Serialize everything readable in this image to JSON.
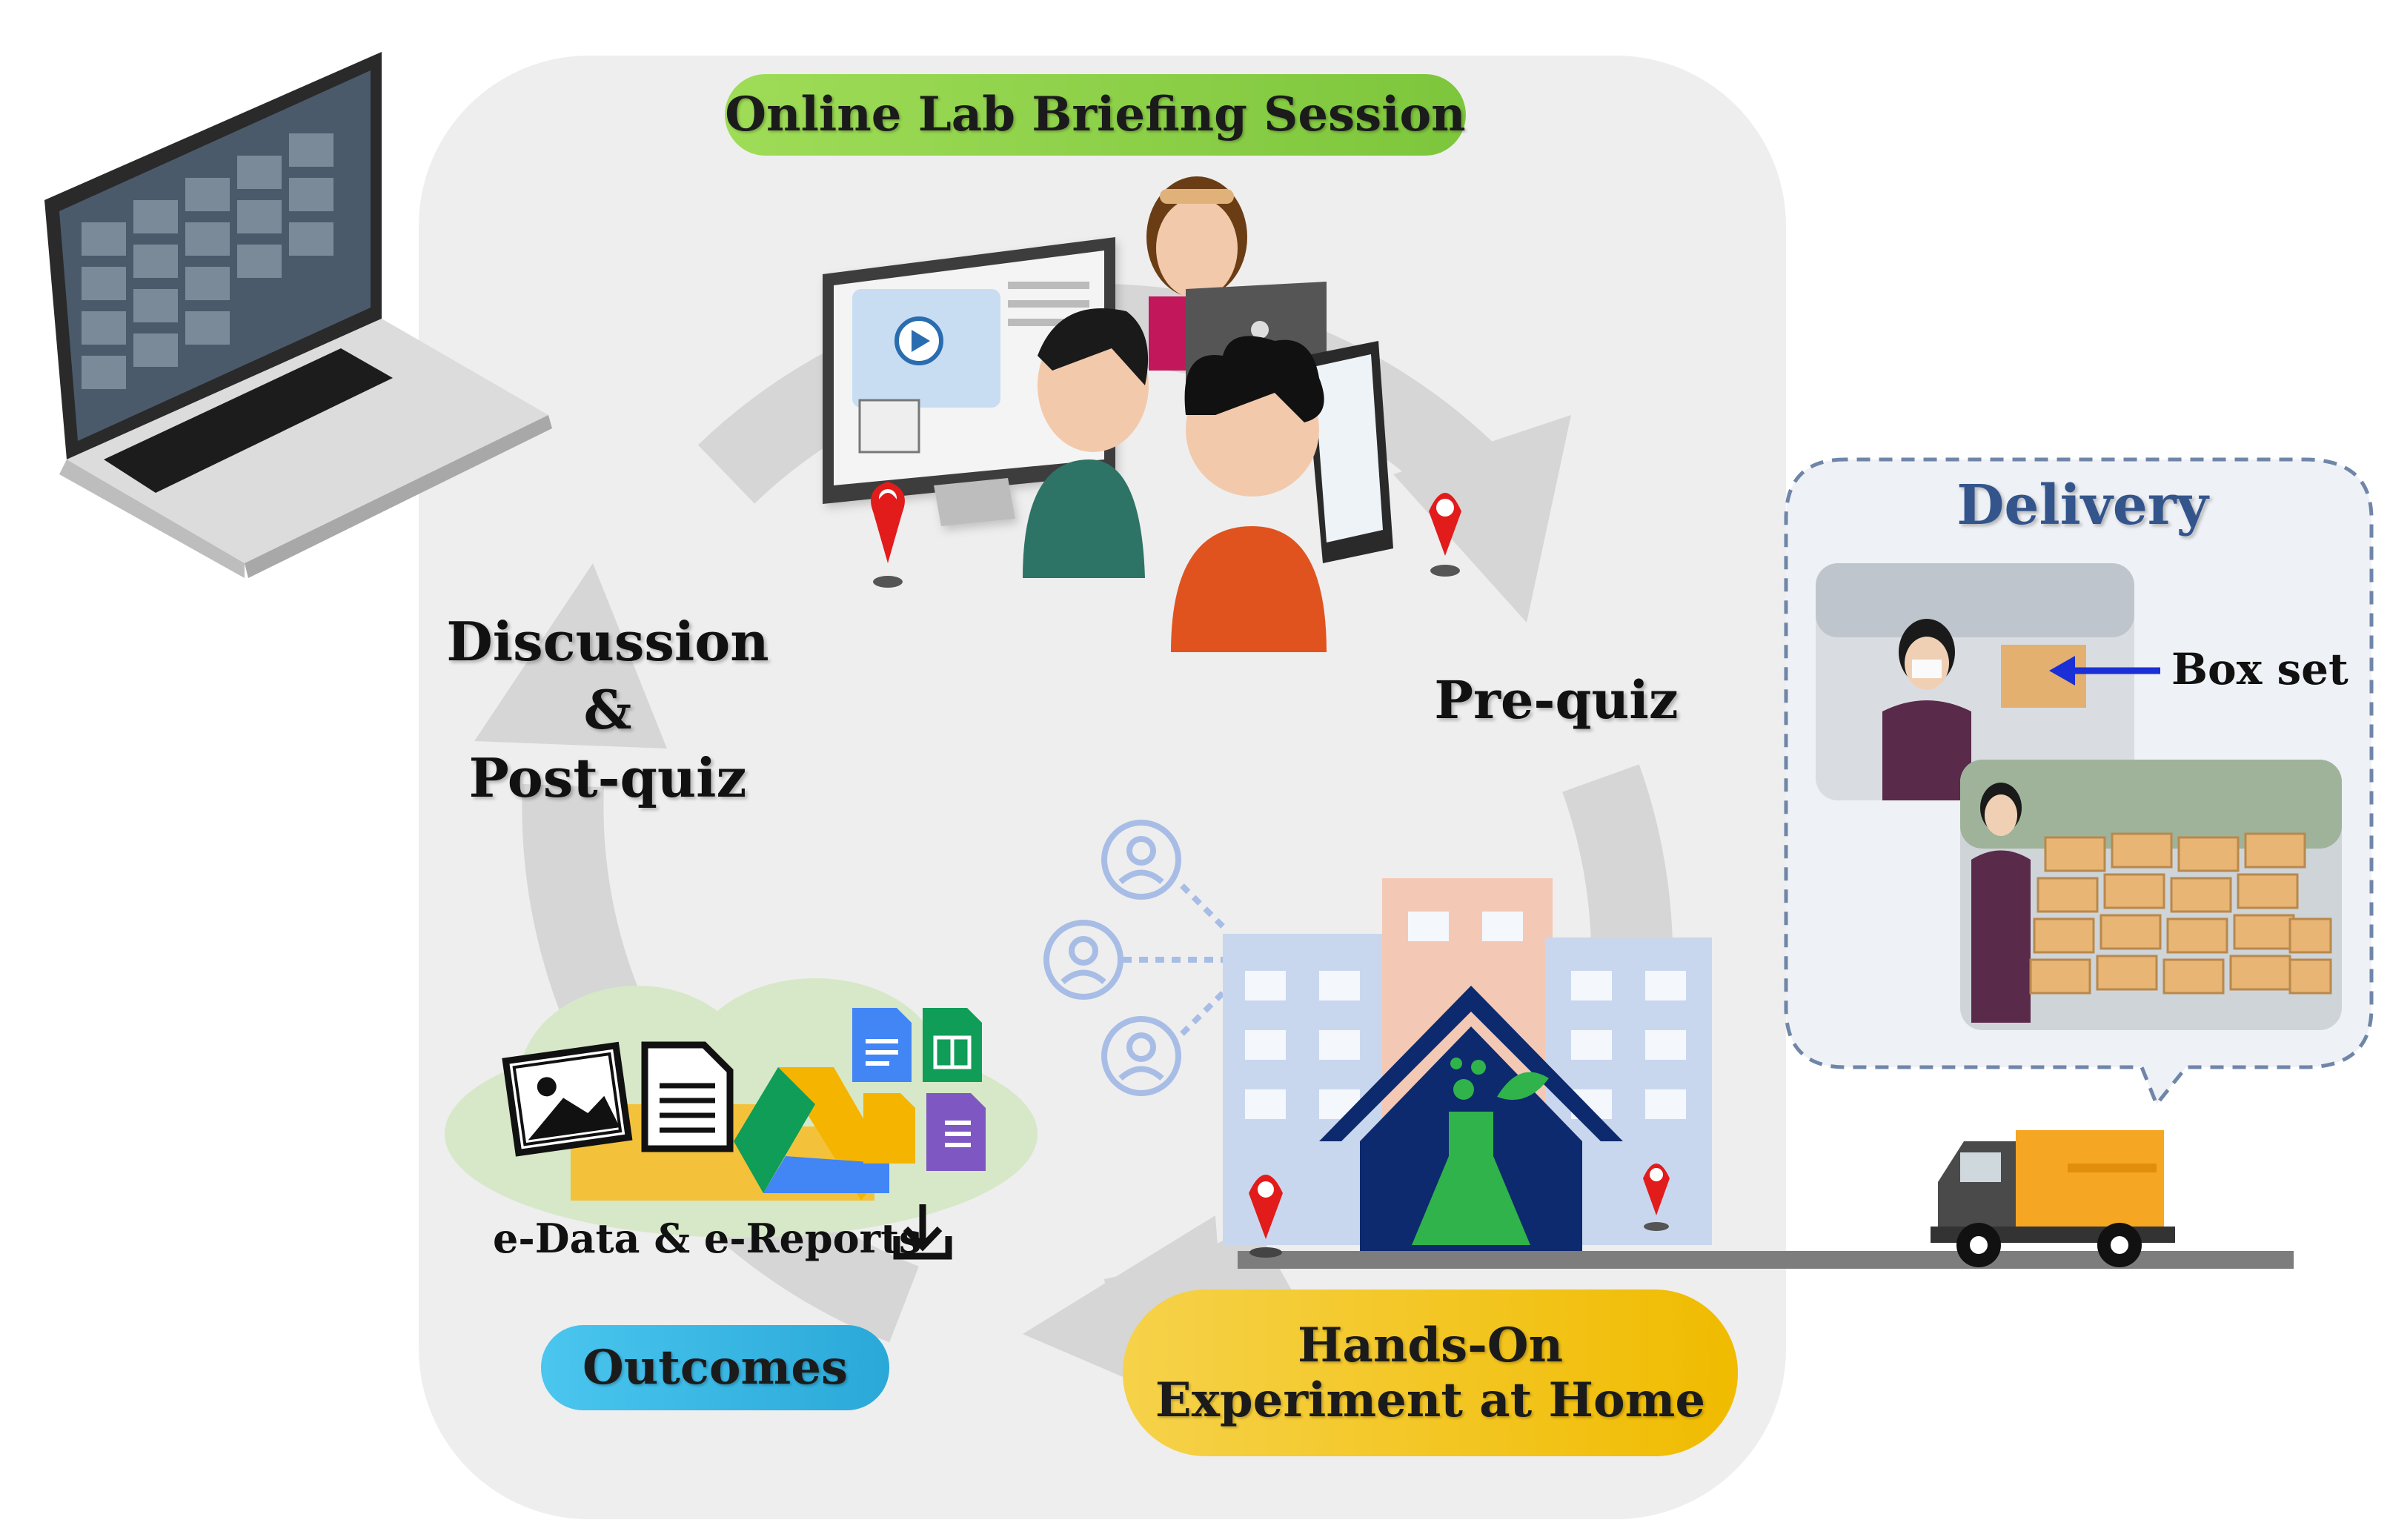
{
  "labels": {
    "briefing": "Online Lab Briefing Session",
    "prequiz": "Pre-quiz",
    "discussion_line1": "Discussion",
    "discussion_line2": "&",
    "discussion_line3": "Post-quiz",
    "hands_on_line1": "Hands-On",
    "hands_on_line2": "Experiment at Home",
    "outcomes": "Outcomes",
    "edata": "e-Data & e-Reports",
    "delivery": "Delivery",
    "box_set": "Box set"
  },
  "colors": {
    "briefing_pill": "#8fd64a",
    "hands_on_pill": "#f2c200",
    "outcomes_pill": "#36b9e6",
    "delivery_text": "#34558c",
    "cycle_bg": "#eeeeee",
    "arrow_gray": "#d3d3d3",
    "truck_body": "#f5a623",
    "house_navy": "#0d2a6e",
    "flask_green": "#2fb34a",
    "pin_red": "#e21b1b"
  }
}
